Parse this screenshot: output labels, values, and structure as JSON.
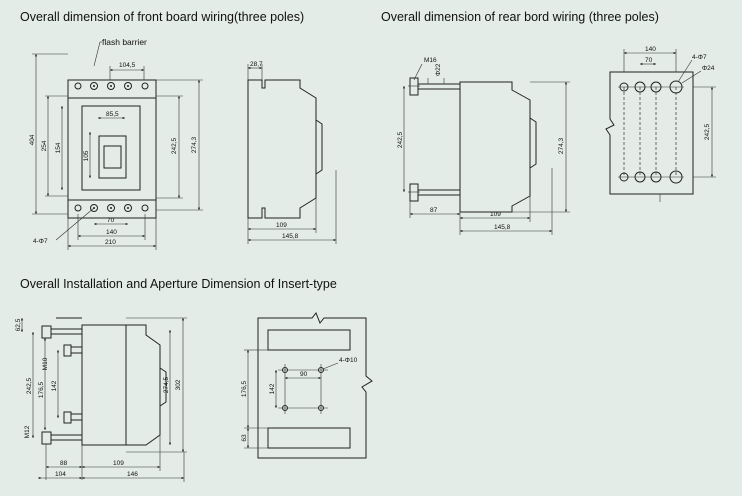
{
  "titles": {
    "front": "Overall dimension of front board wiring(three poles)",
    "rear": "Overall dimension of rear bord wiring (three poles)",
    "insert": "Overall Installation and Aperture Dimension of Insert-type"
  },
  "front_view": {
    "flash_barrier": "flash barrier",
    "d104_5": "104,5",
    "d85_5": "85,5",
    "d404": "404",
    "d254": "254",
    "d154": "154",
    "d105": "105",
    "d242_5": "242,5",
    "d274_3": "274,3",
    "d70": "70",
    "d140": "140",
    "d210": "210",
    "holes": "4-Φ7"
  },
  "side_view": {
    "d28_7": "28,7",
    "d109": "109",
    "d145_8": "145,8"
  },
  "rear_side_view": {
    "m16": "M16",
    "phi22": "Φ22",
    "d242_5": "242,5",
    "d274_3": "274,3",
    "d87": "87",
    "d109": "109",
    "d145_8": "145,8"
  },
  "rear_aperture": {
    "d140": "140",
    "d70": "70",
    "holes": "4-Φ7",
    "phi24": "Φ24",
    "d242_5": "242,5"
  },
  "insert_side_view": {
    "d62_5": "62,5",
    "m10": "M10",
    "d242_5": "242,5",
    "d176_5": "176,5",
    "d142": "142",
    "d274_5": "274,5",
    "d302": "302",
    "m12": "M12",
    "d88": "88",
    "d109": "109",
    "d104": "104",
    "d146": "146"
  },
  "insert_aperture": {
    "holes": "4-Φ10",
    "d90": "90",
    "d176_5": "176,5",
    "d142": "142",
    "d63": "63"
  }
}
